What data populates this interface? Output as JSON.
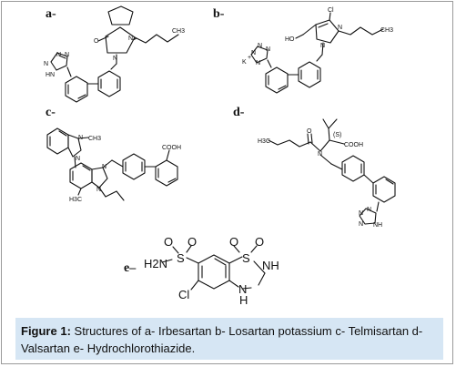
{
  "panels": {
    "a": {
      "label": "a-",
      "atoms": {
        "tetrazole_n": "N",
        "tetrazole_nh": "HN",
        "tetrazole_n1": "N",
        "tetrazole_n2": "N",
        "o": "O",
        "n_ring": "N",
        "n_ring2": "N",
        "ch3": "CH3"
      }
    },
    "b": {
      "label": "b-",
      "atoms": {
        "cl": "Cl",
        "oh": "HO",
        "n1": "N",
        "n2": "N",
        "ch3": "CH3",
        "k": "K",
        "kplus": "+",
        "tn1": "N",
        "tn2": "N",
        "tn3": "N",
        "tn4": "N"
      }
    },
    "c": {
      "label": "c-",
      "atoms": {
        "n_methyl": "N",
        "ch3_top": "CH3",
        "n_a": "N",
        "n_b": "N",
        "n_c": "N",
        "h3c": "H3C",
        "cooh": "COOH"
      }
    },
    "d": {
      "label": "d-",
      "atoms": {
        "h3c": "H3C",
        "o": "O",
        "n": "N",
        "s": "(S)",
        "cooh": "COOH",
        "tn1": "N",
        "tn2": "N",
        "tn3": "N",
        "nh": "NH"
      }
    },
    "e": {
      "label": "e–",
      "atoms": {
        "o1": "O",
        "o2": "O",
        "o3": "O",
        "o4": "O",
        "s1": "S",
        "s2": "S",
        "h2n": "H2N",
        "nh_top": "NH",
        "nh_bot": "N",
        "h": "H",
        "cl": "Cl"
      }
    }
  },
  "caption": {
    "figure_label": "Figure 1:",
    "text": " Structures of a- Irbesartan b- Losartan potassium c- Telmisartan    d- Valsartan e- Hydrochlorothiazide."
  }
}
